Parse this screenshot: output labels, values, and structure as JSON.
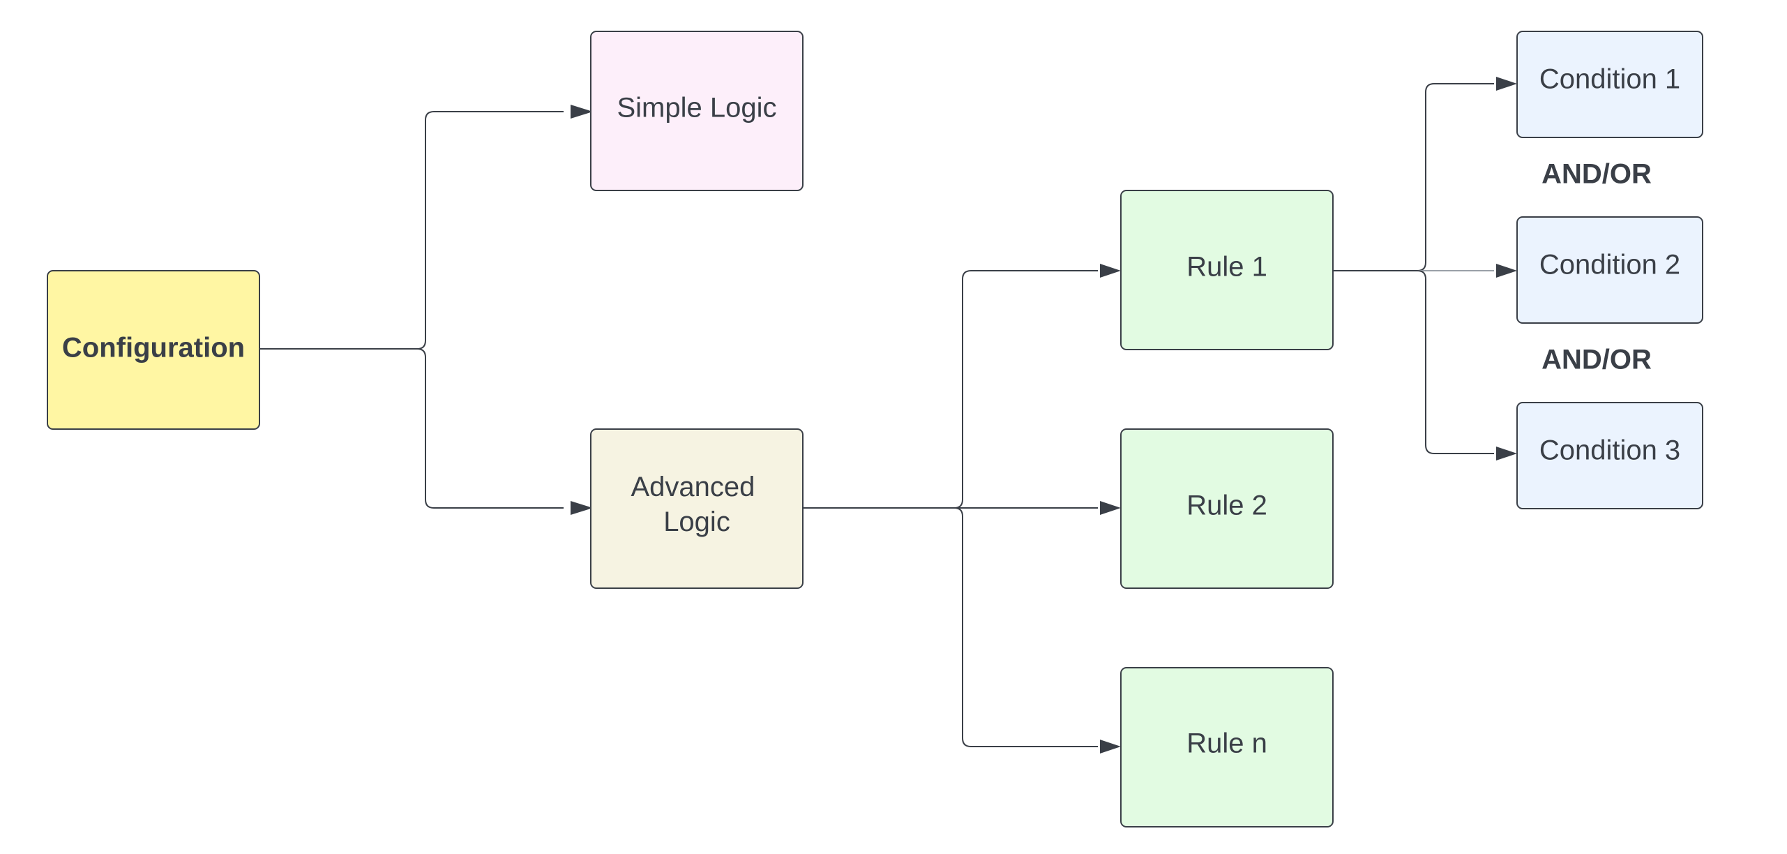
{
  "diagram": {
    "nodes": {
      "configuration": {
        "label": "Configuration",
        "fill": "#fff6a3"
      },
      "simple_logic": {
        "label": "Simple Logic",
        "fill": "#fdeffa"
      },
      "advanced_logic": {
        "lines": [
          "Advanced",
          "Logic"
        ],
        "fill": "#f6f3e2"
      },
      "rule_1": {
        "label": "Rule 1",
        "fill": "#e2fbe2"
      },
      "rule_2": {
        "label": "Rule 2",
        "fill": "#e2fbe2"
      },
      "rule_n": {
        "label": "Rule n",
        "fill": "#e2fbe2"
      },
      "condition_1": {
        "label": "Condition 1",
        "fill": "#ebf3fe"
      },
      "condition_2": {
        "label": "Condition 2",
        "fill": "#ebf3fe"
      },
      "condition_3": {
        "label": "Condition 3",
        "fill": "#ebf3fe"
      }
    },
    "operators": [
      "AND/OR",
      "AND/OR"
    ],
    "edges": [
      {
        "from": "configuration",
        "to": "simple_logic"
      },
      {
        "from": "configuration",
        "to": "advanced_logic"
      },
      {
        "from": "advanced_logic",
        "to": "rule_1"
      },
      {
        "from": "advanced_logic",
        "to": "rule_2"
      },
      {
        "from": "advanced_logic",
        "to": "rule_n"
      },
      {
        "from": "rule_1",
        "to": "condition_1"
      },
      {
        "from": "rule_1",
        "to": "condition_2"
      },
      {
        "from": "rule_1",
        "to": "condition_3"
      }
    ],
    "colors": {
      "line": "#3a3f47",
      "text": "#3a3f47"
    }
  }
}
